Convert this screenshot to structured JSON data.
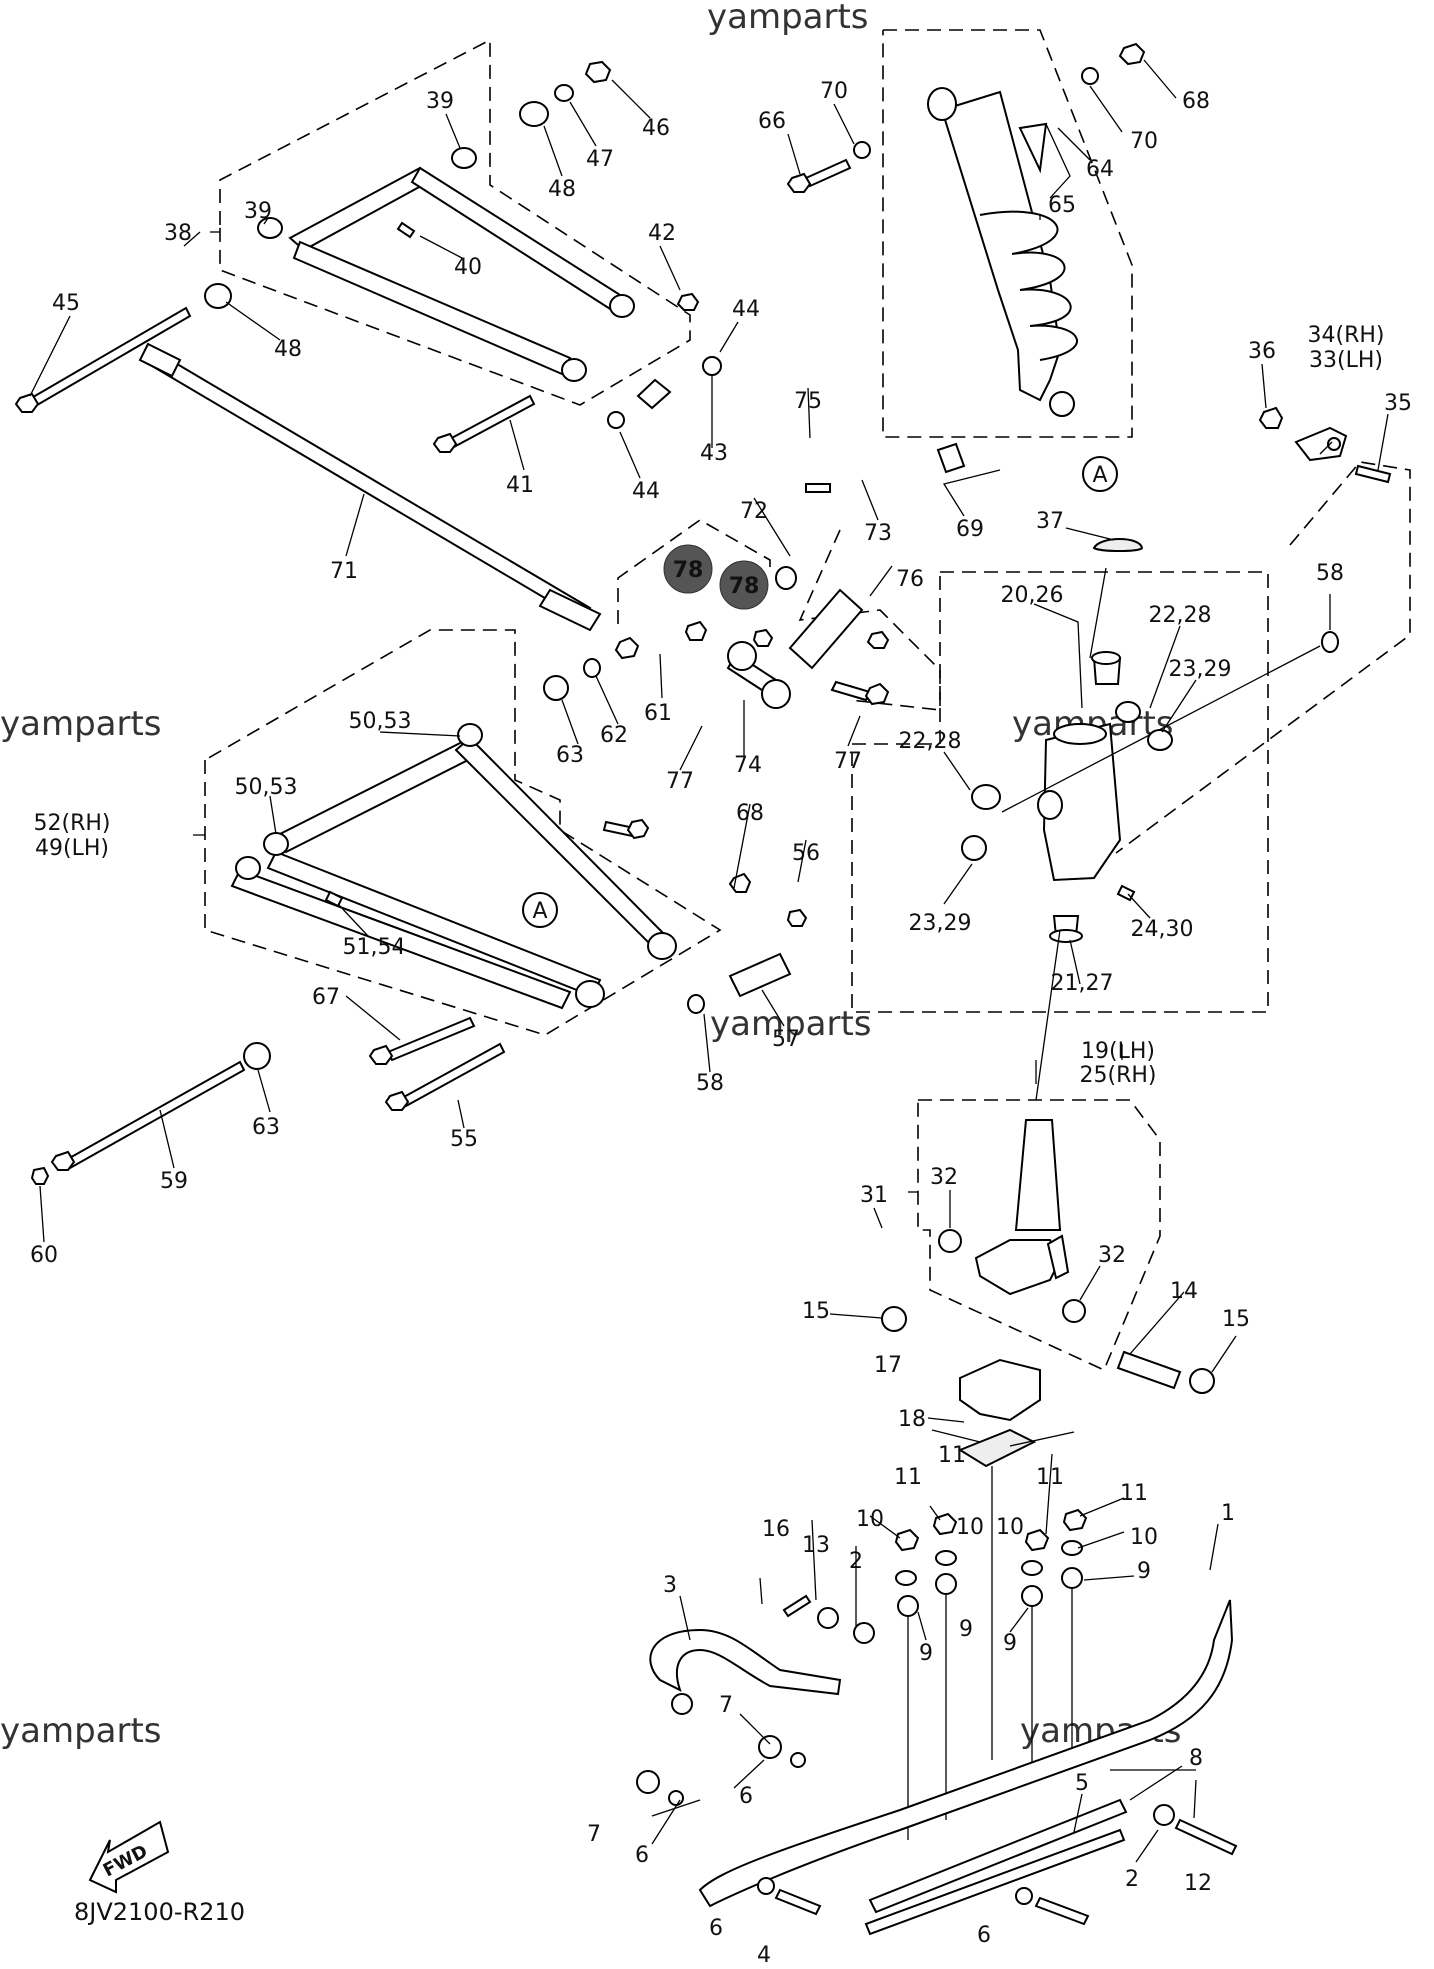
{
  "diagram_code": "8JV2100-R210",
  "watermark": "yamparts",
  "fwd_label": "FWD",
  "circle_ref": "A",
  "highlight_badge": "78",
  "labels": [
    {
      "id": "l1",
      "text": "1"
    },
    {
      "id": "l2a",
      "text": "2"
    },
    {
      "id": "l2b",
      "text": "2"
    },
    {
      "id": "l3",
      "text": "3"
    },
    {
      "id": "l4",
      "text": "4"
    },
    {
      "id": "l5",
      "text": "5"
    },
    {
      "id": "l6a",
      "text": "6"
    },
    {
      "id": "l6b",
      "text": "6"
    },
    {
      "id": "l6c",
      "text": "6"
    },
    {
      "id": "l6d",
      "text": "6"
    },
    {
      "id": "l7a",
      "text": "7"
    },
    {
      "id": "l7b",
      "text": "7"
    },
    {
      "id": "l8",
      "text": "8"
    },
    {
      "id": "l9a",
      "text": "9"
    },
    {
      "id": "l9b",
      "text": "9"
    },
    {
      "id": "l9c",
      "text": "9"
    },
    {
      "id": "l9d",
      "text": "9"
    },
    {
      "id": "l10a",
      "text": "10"
    },
    {
      "id": "l10b",
      "text": "10"
    },
    {
      "id": "l10c",
      "text": "10"
    },
    {
      "id": "l10d",
      "text": "10"
    },
    {
      "id": "l11a",
      "text": "11"
    },
    {
      "id": "l11b",
      "text": "11"
    },
    {
      "id": "l11c",
      "text": "11"
    },
    {
      "id": "l11d",
      "text": "11"
    },
    {
      "id": "l12",
      "text": "12"
    },
    {
      "id": "l13",
      "text": "13"
    },
    {
      "id": "l14",
      "text": "14"
    },
    {
      "id": "l15a",
      "text": "15"
    },
    {
      "id": "l15b",
      "text": "15"
    },
    {
      "id": "l16",
      "text": "16"
    },
    {
      "id": "l17",
      "text": "17"
    },
    {
      "id": "l18",
      "text": "18"
    },
    {
      "id": "l19",
      "text": "19(LH)"
    },
    {
      "id": "l25",
      "text": "25(RH)"
    },
    {
      "id": "l2026",
      "text": "20,26"
    },
    {
      "id": "l2127",
      "text": "21,27"
    },
    {
      "id": "l2228a",
      "text": "22,28"
    },
    {
      "id": "l2228b",
      "text": "22,28"
    },
    {
      "id": "l2329a",
      "text": "23,29"
    },
    {
      "id": "l2329b",
      "text": "23,29"
    },
    {
      "id": "l2430",
      "text": "24,30"
    },
    {
      "id": "l31",
      "text": "31"
    },
    {
      "id": "l32a",
      "text": "32"
    },
    {
      "id": "l32b",
      "text": "32"
    },
    {
      "id": "l34",
      "text": "34(RH)"
    },
    {
      "id": "l33",
      "text": "33(LH)"
    },
    {
      "id": "l35",
      "text": "35"
    },
    {
      "id": "l36",
      "text": "36"
    },
    {
      "id": "l37",
      "text": "37"
    },
    {
      "id": "l38",
      "text": "38"
    },
    {
      "id": "l39a",
      "text": "39"
    },
    {
      "id": "l39b",
      "text": "39"
    },
    {
      "id": "l40",
      "text": "40"
    },
    {
      "id": "l41",
      "text": "41"
    },
    {
      "id": "l42",
      "text": "42"
    },
    {
      "id": "l43",
      "text": "43"
    },
    {
      "id": "l44a",
      "text": "44"
    },
    {
      "id": "l44b",
      "text": "44"
    },
    {
      "id": "l45",
      "text": "45"
    },
    {
      "id": "l46",
      "text": "46"
    },
    {
      "id": "l47",
      "text": "47"
    },
    {
      "id": "l48a",
      "text": "48"
    },
    {
      "id": "l48b",
      "text": "48"
    },
    {
      "id": "l52",
      "text": "52(RH)"
    },
    {
      "id": "l49",
      "text": "49(LH)"
    },
    {
      "id": "l5053a",
      "text": "50,53"
    },
    {
      "id": "l5053b",
      "text": "50,53"
    },
    {
      "id": "l5154",
      "text": "51,54"
    },
    {
      "id": "l55",
      "text": "55"
    },
    {
      "id": "l56",
      "text": "56"
    },
    {
      "id": "l57",
      "text": "57"
    },
    {
      "id": "l58a",
      "text": "58"
    },
    {
      "id": "l58b",
      "text": "58"
    },
    {
      "id": "l59",
      "text": "59"
    },
    {
      "id": "l60",
      "text": "60"
    },
    {
      "id": "l61",
      "text": "61"
    },
    {
      "id": "l62",
      "text": "62"
    },
    {
      "id": "l63a",
      "text": "63"
    },
    {
      "id": "l63b",
      "text": "63"
    },
    {
      "id": "l64",
      "text": "64"
    },
    {
      "id": "l65",
      "text": "65"
    },
    {
      "id": "l66",
      "text": "66"
    },
    {
      "id": "l67",
      "text": "67"
    },
    {
      "id": "l68a",
      "text": "68"
    },
    {
      "id": "l68b",
      "text": "68"
    },
    {
      "id": "l69",
      "text": "69"
    },
    {
      "id": "l70a",
      "text": "70"
    },
    {
      "id": "l70b",
      "text": "70"
    },
    {
      "id": "l71",
      "text": "71"
    },
    {
      "id": "l72",
      "text": "72"
    },
    {
      "id": "l73",
      "text": "73"
    },
    {
      "id": "l74",
      "text": "74"
    },
    {
      "id": "l75",
      "text": "75"
    },
    {
      "id": "l76",
      "text": "76"
    },
    {
      "id": "l77a",
      "text": "77"
    },
    {
      "id": "l77b",
      "text": "77"
    }
  ]
}
